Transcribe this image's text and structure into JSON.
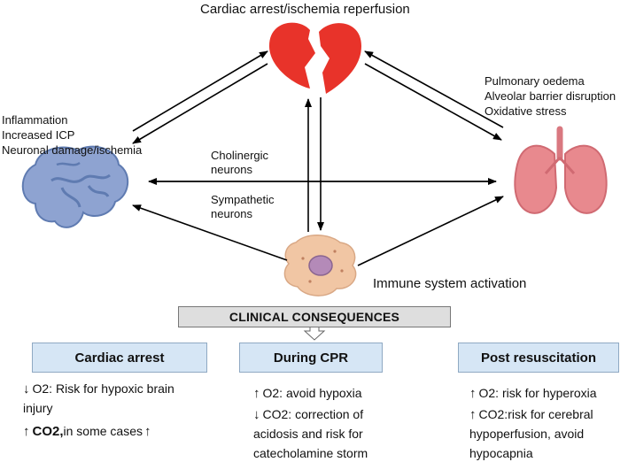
{
  "header": {
    "title": "Cardiac arrest/ischemia reperfusion"
  },
  "brain": {
    "effects": [
      "Inflammation",
      "Increased ICP",
      "Neuronal damage/ischemia"
    ]
  },
  "lungs": {
    "effects": [
      "Pulmonary oedema",
      "Alveolar barrier disruption",
      "Oxidative stress"
    ]
  },
  "links": {
    "cholinergic": [
      "Cholinergic",
      "neurons"
    ],
    "sympathetic": [
      "Sympathetic",
      "neurons"
    ]
  },
  "immune": {
    "label": "Immune system activation"
  },
  "consequences": {
    "title": "CLINICAL CONSEQUENCES",
    "columns": [
      {
        "heading": "Cardiac arrest",
        "lines": [
          {
            "arrow": "↓",
            "param": "O2:",
            "text": " Risk for hypoxic brain"
          },
          {
            "arrow": "",
            "param": "",
            "text": "injury"
          },
          {
            "arrow": "↑",
            "param": "CO2,",
            "text": "in some cases",
            "tail": "↑"
          }
        ]
      },
      {
        "heading": "During CPR",
        "lines": [
          {
            "arrow": "↑",
            "param": "O2:",
            "text": " avoid hypoxia"
          },
          {
            "arrow": "↓",
            "param": "CO2:",
            "text": " correction of"
          },
          {
            "arrow": "",
            "param": "",
            "text": "acidosis and risk for"
          },
          {
            "arrow": "",
            "param": "",
            "text": "catecholamine storm"
          }
        ]
      },
      {
        "heading": "Post resuscitation",
        "lines": [
          {
            "arrow": "↑",
            "param": "O2:",
            "text": " risk for hyperoxia"
          },
          {
            "arrow": "↑",
            "param": "CO2:",
            "text": "risk for cerebral"
          },
          {
            "arrow": "",
            "param": "",
            "text": "hypoperfusion, avoid"
          },
          {
            "arrow": "",
            "param": "",
            "text": "hypocapnia"
          }
        ]
      }
    ]
  },
  "icons": {
    "heart": "broken-heart-icon",
    "brain": "brain-icon",
    "lungs": "lungs-icon",
    "cell": "immune-cell-icon"
  },
  "colors": {
    "heart": "#e8332a",
    "brain": "#8ea3d1",
    "lungs": "#e8898e",
    "cell": "#f1c6a4",
    "box": "#d6e6f5"
  }
}
